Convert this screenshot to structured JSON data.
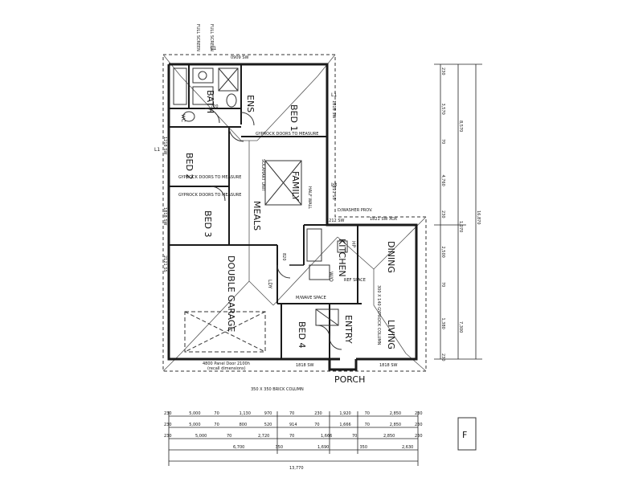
{
  "rooms": {
    "bed1": "BED 1",
    "ens": "ENS",
    "bath": "BATH",
    "wc": "WC",
    "bed2": "BED 2",
    "bed3": "BED 3",
    "family": "FAMILY",
    "meals": "MEALS",
    "kitchen": "KITCHEN",
    "dining": "DINING",
    "living": "LIVING",
    "double_garage": "DOUBLE GARAGE",
    "bed4": "BED 4",
    "entry": "ENTRY",
    "porch": "PORCH",
    "ldy": "LDY",
    "wo": "W/O"
  },
  "notes": {
    "full_screen_1": "FULL SCREEN",
    "full_screen_2": "FULL SCREEN",
    "gyprock_doors_1": "GYPROCK DOORS TO MEASURE",
    "gyprock_doors_2": "GYPROCK DOORS TO MEASURE",
    "gyprock_doors_3": "GYPROCK DOORS TO MEASURE",
    "solahart": "SOLAHART UNIT",
    "half_wall": "HALF WALL",
    "dishwasher": "D/WASHER PROV.",
    "microwave": "M/WAVE SPACE",
    "ref_space": "REF SPACE",
    "gyprock_column": "300 X 140 GYPROCK COLUMN",
    "panel_door": "4800 Panel Door 2100h",
    "panel_door_note": "(recall dimensions)",
    "brick_column": "350 X 350 BRICK COLUMN",
    "hp": "HP",
    "l1": "L1",
    "l3": "L3"
  },
  "windows": {
    "w1": "0909 SW",
    "w2": "1818 SW",
    "w3": "1218 SW",
    "w4": "1818 SW",
    "w5": "2121 SS",
    "w6": "2121 SS",
    "w7": "1212 SW",
    "w8": "1821 SW XOX",
    "w9": "1818 SW",
    "w10": "1818 SW",
    "d720": "720",
    "d820": "820"
  },
  "dimensions": {
    "bottom_row1": [
      "230",
      "5,000",
      "70",
      "1,130",
      "970",
      "70",
      "230",
      "1,920",
      "70",
      "2,850",
      "230"
    ],
    "bottom_row2": [
      "230",
      "5,000",
      "70",
      "800",
      "520",
      "914",
      "70",
      "1,666",
      "70",
      "2,850",
      "230"
    ],
    "bottom_row3": [
      "230",
      "5,000",
      "70",
      "2,720",
      "70",
      "1,666",
      "70",
      "2,850",
      "230"
    ],
    "bottom_row4": [
      "6,700",
      "350",
      "1,690",
      "350",
      "2,630"
    ],
    "bottom_total": "13,770",
    "right_col1": [
      "230",
      "3,570",
      "70",
      "4,760",
      "230",
      "2,500",
      "70",
      "1,380",
      "230"
    ],
    "right_col2": [
      "8,570",
      "1,070",
      "7,300"
    ],
    "right_total": "16,870"
  },
  "stamp": "F"
}
